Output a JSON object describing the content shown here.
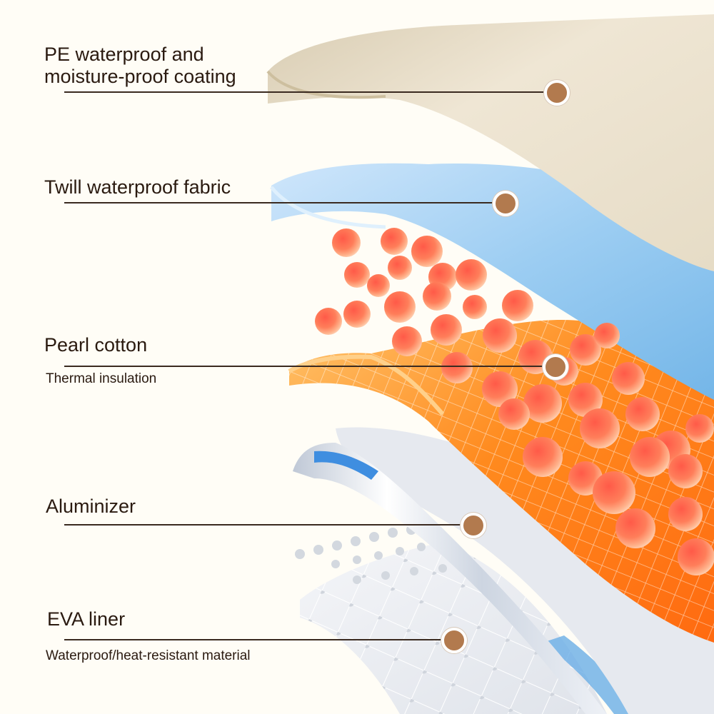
{
  "layers": [
    {
      "name": "pe-coating",
      "title_lines": [
        "PE waterproof and",
        "moisture-proof coating"
      ],
      "subtitle": ""
    },
    {
      "name": "twill-fabric",
      "title_lines": [
        "Twill waterproof fabric"
      ],
      "subtitle": ""
    },
    {
      "name": "pearl-cotton",
      "title_lines": [
        "Pearl cotton"
      ],
      "subtitle": "Thermal insulation"
    },
    {
      "name": "aluminizer",
      "title_lines": [
        "Aluminizer"
      ],
      "subtitle": ""
    },
    {
      "name": "eva-liner",
      "title_lines": [
        "EVA liner"
      ],
      "subtitle": "Waterproof/heat-resistant material"
    }
  ],
  "colors": {
    "background": "#fffdf6",
    "pe_layer": "#eee4d0",
    "twill_layer": "#8fc4ec",
    "pearl_layer": "#ff8a1e",
    "pearl_ball": "#ff6a4a",
    "aluminizer_layer": "#e3e7ee",
    "eva_layer": "#f1f3f6",
    "marker_dot": "#b27a4e",
    "leader_line": "#3a2a20",
    "text": "#2a1a10"
  }
}
